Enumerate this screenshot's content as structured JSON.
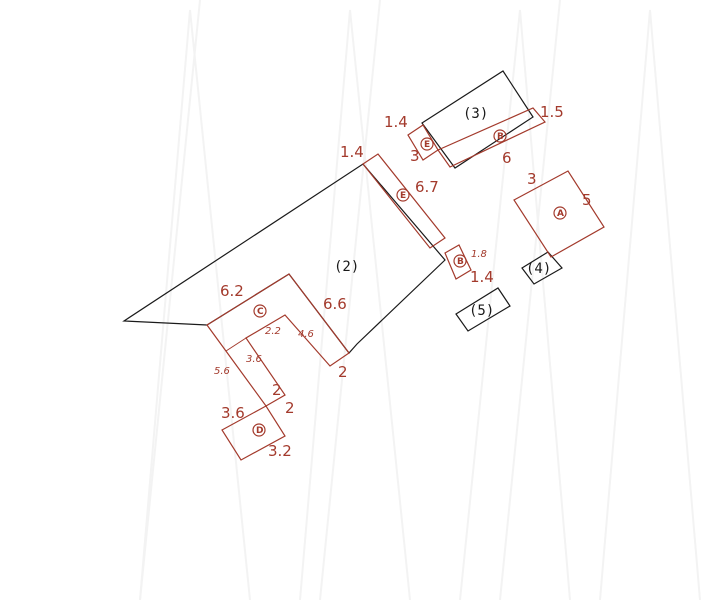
{
  "colors": {
    "background": "#ffffff",
    "outline": "#1a1a1a",
    "annex": "#a33a2c",
    "watermark": "#f3f3f3"
  },
  "watermark": {
    "icon": "faint-letter-pattern"
  },
  "buildings": {
    "b2": {
      "label": "(2)"
    },
    "b3": {
      "label": "(3)"
    },
    "b4": {
      "label": "(4)"
    },
    "b5": {
      "label": "(5)"
    }
  },
  "annexes": {
    "a": {
      "letter": "A",
      "dims": [
        "3",
        "5"
      ]
    },
    "b": {
      "letter": "B",
      "dims": [
        "1.8",
        "1.4"
      ]
    },
    "c": {
      "letter": "C",
      "dims": [
        "6.2",
        "6.6",
        "2.2",
        "4.6",
        "3.6",
        "5.6",
        "2",
        "2"
      ]
    },
    "d": {
      "letter": "D",
      "dims": [
        "3.6",
        "2",
        "3.2"
      ]
    },
    "e": {
      "letter": "E",
      "dims": [
        "1.4",
        "6.7"
      ]
    },
    "f": {
      "letter": "E",
      "dims": [
        "1.4",
        "3"
      ]
    },
    "g": {
      "letter": "B",
      "dims": [
        "1.5",
        "6"
      ]
    }
  }
}
